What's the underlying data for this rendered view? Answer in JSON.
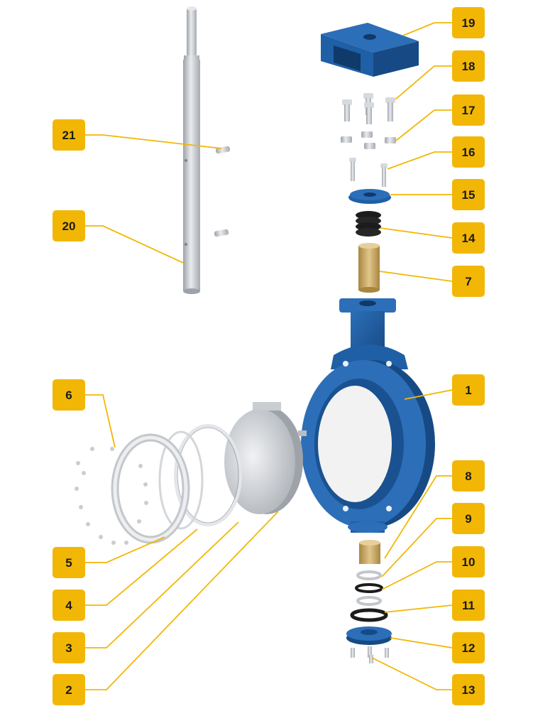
{
  "labels": [
    "1",
    "2",
    "3",
    "4",
    "5",
    "6",
    "7",
    "8",
    "9",
    "10",
    "11",
    "12",
    "13",
    "14",
    "15",
    "16",
    "17",
    "18",
    "19",
    "20",
    "21"
  ],
  "colors": {
    "badge": "#f2b705",
    "leader": "#f2b705",
    "valve_blue": "#1f5fa6",
    "valve_blue_dark": "#174a85",
    "steel": "#c9cdd2",
    "brass": "#c9a45a"
  },
  "parts": [
    {
      "name": "valve-body-icon"
    },
    {
      "name": "disc-icon"
    },
    {
      "name": "seat-ring-icon"
    },
    {
      "name": "retaining-ring-icon"
    },
    {
      "name": "clamp-ring-icon"
    },
    {
      "name": "screws-icon"
    },
    {
      "name": "bushing-icon"
    },
    {
      "name": "thrust-washer-icon"
    },
    {
      "name": "o-ring-icon"
    },
    {
      "name": "bottom-bushing-icon"
    },
    {
      "name": "bottom-o-ring-icon"
    },
    {
      "name": "bottom-cover-icon"
    },
    {
      "name": "bottom-bolts-icon"
    },
    {
      "name": "packing-icon"
    },
    {
      "name": "gland-icon"
    },
    {
      "name": "studs-icon"
    },
    {
      "name": "nuts-icon"
    },
    {
      "name": "bolts-icon"
    },
    {
      "name": "mounting-bracket-icon"
    },
    {
      "name": "stem-icon"
    },
    {
      "name": "pins-icon"
    }
  ]
}
